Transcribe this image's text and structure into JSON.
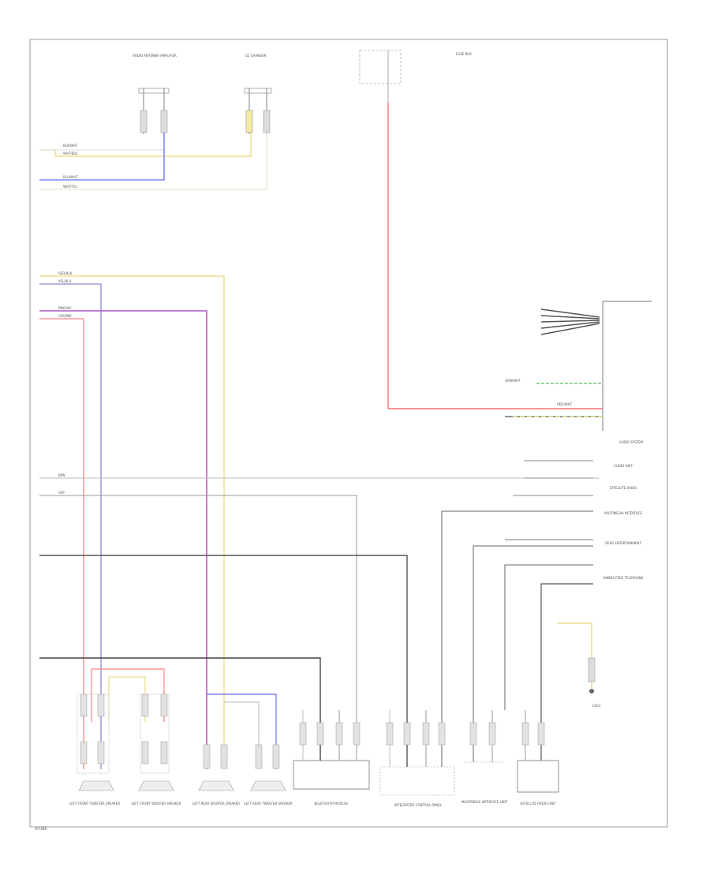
{
  "diagram": {
    "footer_code": "AY1488",
    "components": {
      "radio": "AUDIO SYSTEM",
      "speaker_lf": "LEFT FRONT TWEETER SPEAKER",
      "speaker_lr": "LEFT FRONT WOOFER SPEAKER",
      "speaker_rf": "LEFT REAR WOOFER SPEAKER",
      "speaker_rr": "LEFT REAR TWEETER SPEAKER",
      "module_a": "BLUETOOTH MODULE",
      "module_b": "INTEGRATED CONTROL PANEL",
      "module_c": "MULTIMEDIA INTERFACE UNIT",
      "module_d": "SATELLITE RADIO UNIT",
      "top_conn_1": "RADIO ANTENNA AMPLIFIER",
      "top_conn_2": "CD CHANGER",
      "fuse_box": "FUSE BOX",
      "ground": "G401"
    },
    "wire_labels": {
      "w1": "BLK/WHT",
      "w2": "WHT/BLU",
      "w3": "BLU/WHT",
      "w4": "WHT/YEL",
      "w5": "RED/BLK",
      "w6": "YEL/BLU",
      "w7": "PNK/VIO",
      "w8": "VIO/PNK",
      "w9": "BRN",
      "w10": "GRY",
      "w11": "GRN/WHT",
      "w12": "RED/WHT"
    },
    "right_notes": {
      "n1": "AUDIO UNIT",
      "n2": "SATELLITE RADIO",
      "n3": "MULTIMEDIA INTERFACE",
      "n4": "REAR ENTERTAINMENT",
      "n5": "HANDS FREE TELEPHONE"
    }
  }
}
